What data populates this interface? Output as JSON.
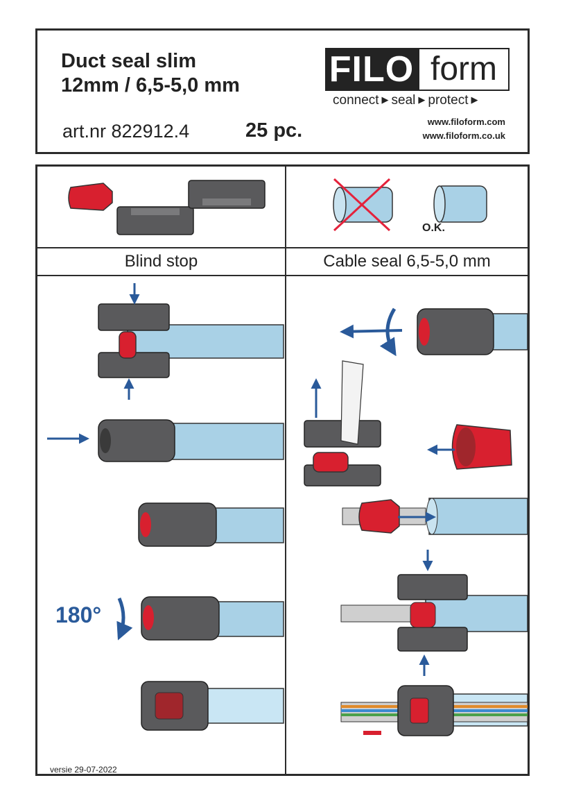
{
  "header": {
    "title_line1": "Duct seal slim",
    "title_line2": "12mm / 6,5-5,0 mm",
    "art_nr": "art.nr 822912.4",
    "pieces": "25 pc."
  },
  "logo": {
    "filo": "FILO",
    "form": "form",
    "tagline": [
      "connect",
      "seal",
      "protect"
    ],
    "urls": [
      "www.filoform.com",
      "www.filoform.co.uk"
    ]
  },
  "sections": {
    "left_label": "Blind stop",
    "right_label": "Cable seal 6,5-5,0 mm"
  },
  "labels": {
    "ok": "O.K.",
    "rotation": "180°",
    "version": "versie 29-07-2022"
  },
  "colors": {
    "duct": "#a9d1e6",
    "seal_red": "#d8202f",
    "housing": "#5a5a5c",
    "arrow": "#2a5a9a",
    "frame": "#2b2b2b"
  }
}
